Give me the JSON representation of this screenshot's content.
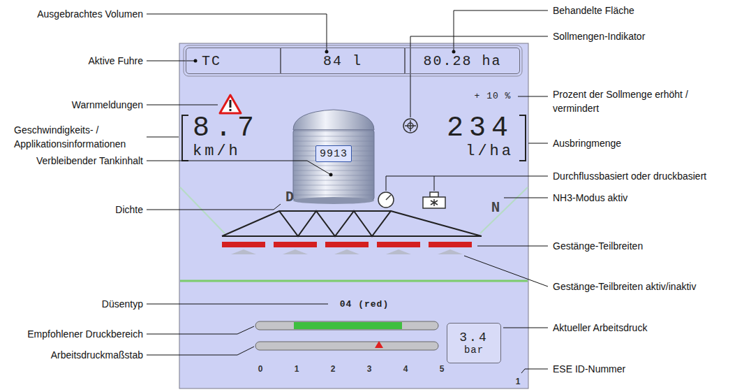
{
  "diagram": {
    "nodes": [
      {
        "text": [
          "TC"
        ]
      },
      {
        "text": [
          "84 l"
        ]
      },
      {
        "text": [
          "80.28 ha"
        ]
      },
      {
        "text": [
          "9913"
        ]
      },
      {
        "text": [
          "3.4",
          "bar"
        ]
      }
    ],
    "labels": [
      "Ausgebrachtes Volumen",
      "Aktive Fuhre",
      "Warnmeldungen",
      "Geschwindigkeits- / Applikationsinformationen",
      "Verbleibender Tankinhalt",
      "Dichte",
      "Düsentyp",
      "Empfohlener Druckbereich",
      "Arbeitsdruckmaßstab",
      "Behandelte Fläche",
      "Sollmengen-Indikator",
      "Prozent der Sollmenge erhöht / vermindert",
      "Ausbringmenge",
      "Durchflussbasiert oder druckbasiert",
      "NH3-Modus aktiv",
      "Gestänge-Teilbreiten",
      "Gestänge-Teilbreiten aktiv/inaktiv",
      "Aktueller Arbeitsdruck",
      "ESE ID-Nummer",
      "+ 10 %",
      "8.7",
      "km/h",
      "234",
      "l/ha",
      "D",
      "N",
      "04 (red)",
      "0",
      "1",
      "2",
      "3",
      "4",
      "5",
      "1"
    ]
  }
}
